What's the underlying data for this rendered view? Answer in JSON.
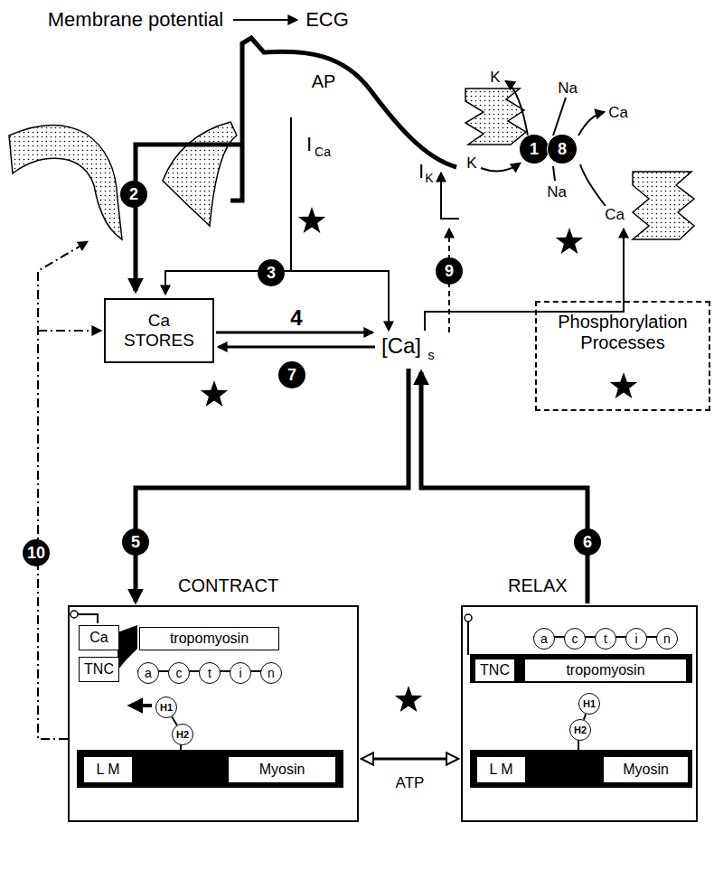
{
  "diagram": {
    "nodes": [
      {
        "text": [
          "Ca STORES"
        ]
      },
      {
        "text": [
          "Phosphorylation Processes"
        ]
      },
      {
        "text": [
          "CONTRACT"
        ]
      },
      {
        "text": [
          "Ca"
        ],
        "in": 2
      },
      {
        "text": [
          "TNC"
        ],
        "in": 2
      },
      {
        "text": [
          "tropomyosin"
        ],
        "in": 2
      },
      {
        "text": [
          "a",
          "c",
          "t",
          "i",
          "n"
        ],
        "in": 2
      },
      {
        "text": [
          "H1"
        ],
        "in": 2
      },
      {
        "text": [
          "H2"
        ],
        "in": 2
      },
      {
        "text": [
          "L M"
        ],
        "in": 2
      },
      {
        "text": [
          "Myosin"
        ],
        "in": 2
      },
      {
        "text": [
          "RELAX"
        ]
      },
      {
        "text": [
          "a",
          "c",
          "t",
          "i",
          "n"
        ],
        "in": 11
      },
      {
        "text": [
          "TNC"
        ],
        "in": 11
      },
      {
        "text": [
          "tropomyosin"
        ],
        "in": 11
      },
      {
        "text": [
          "H1"
        ],
        "in": 11
      },
      {
        "text": [
          "H2"
        ],
        "in": 11
      },
      {
        "text": [
          "L M"
        ],
        "in": 11
      },
      {
        "text": [
          "Myosin"
        ],
        "in": 11
      }
    ],
    "edges": [
      {
        "from": 2,
        "to": 11,
        "arrow": "both",
        "label": "ATP"
      },
      {
        "from": 7,
        "to": 8,
        "arrow": "none"
      },
      {
        "from": 15,
        "to": 16,
        "arrow": "none"
      }
    ],
    "labels": [
      "Membrane potential",
      "ECG",
      "AP",
      "I",
      "Ca",
      "I",
      "K",
      "K",
      "K",
      "Na",
      "Na",
      "Ca",
      "Ca",
      "1",
      "8",
      "2",
      "3",
      "9",
      "4",
      "7",
      "[Ca]",
      "s",
      "5",
      "6",
      "10"
    ]
  }
}
